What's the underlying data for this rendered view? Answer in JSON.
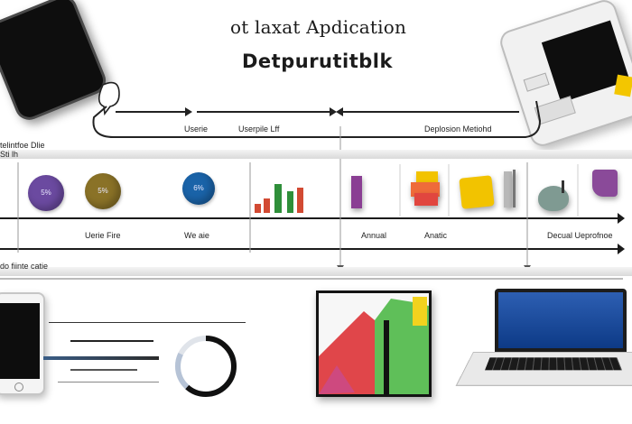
{
  "header": {
    "title_line1": "ot laxat Apdication",
    "title_line2": "Detpurutitblk"
  },
  "flow": {
    "label_user": "Userie",
    "label_userspile": "Userpile Lff",
    "label_deploy": "Deplosion Metiohd"
  },
  "timeline": {
    "left_label_1": "telintfoe Dlie",
    "left_label_2": "Sti lh",
    "circles": [
      {
        "label": "5%",
        "color": "#6b4aa0"
      },
      {
        "label": "5%",
        "color": "#8a7227"
      },
      {
        "label": "6%",
        "color": "#1a63a8"
      }
    ],
    "row2_labels": [
      "Uerie Fire",
      "We aie",
      "Annual",
      "Anatic",
      "Decual Ueprofnoe"
    ],
    "bottom_left_label": "do fiinte catie"
  },
  "colors": {
    "bar_green": "#2f8f3a",
    "bar_red": "#d24a33",
    "purple": "#8a3e93",
    "yellow": "#f2c300",
    "orange": "#ef6b3a"
  }
}
